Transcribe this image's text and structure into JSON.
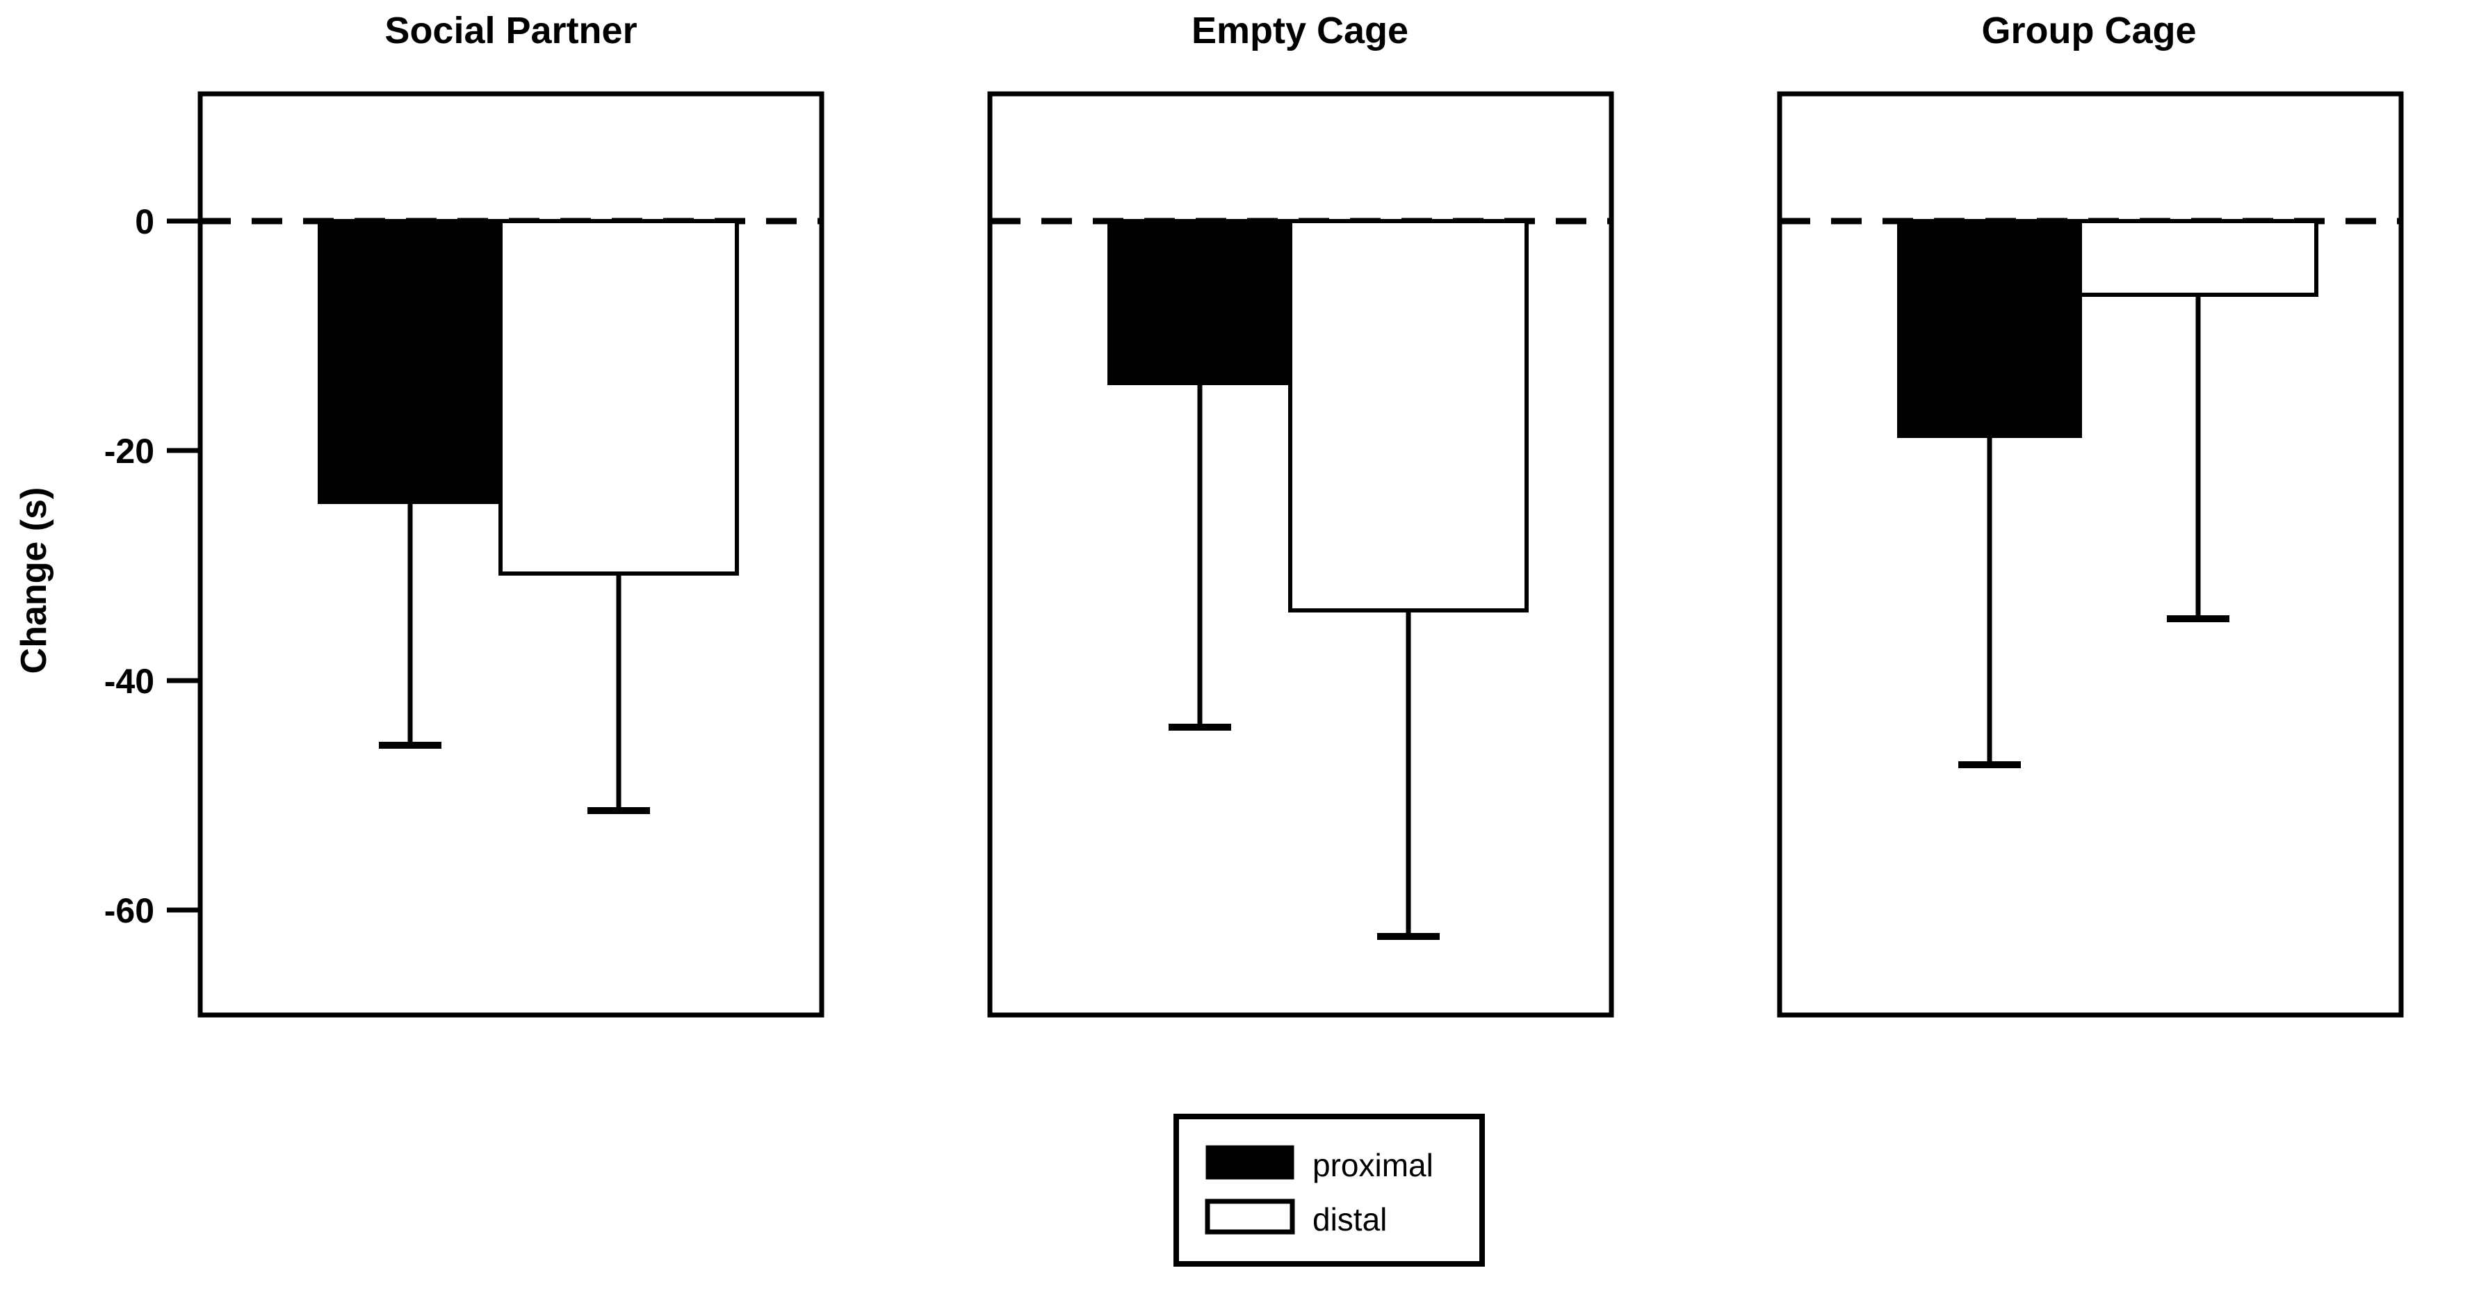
{
  "chart_data": {
    "type": "bar",
    "title": "",
    "xlabel": "",
    "ylabel": "Change (s)",
    "ylim": [
      -72,
      12
    ],
    "yticks": [
      0,
      -20,
      -40,
      -60
    ],
    "ytick_labels": [
      "0",
      "-20",
      "-40",
      "-60"
    ],
    "grid": false,
    "reference_line": 0,
    "reference_line_style": "dashed",
    "legend_position": "bottom-center",
    "panels": [
      "Social Partner",
      "Empty Cage",
      "Group Cage"
    ],
    "categories": [
      "Social Partner",
      "Empty Cage",
      "Group Cage"
    ],
    "series": [
      {
        "name": "proximal",
        "fill": "#000000",
        "values": [
          -24.5,
          -14.1,
          -18.7
        ],
        "error_lower": [
          -45.6,
          -44.1,
          -47.3
        ]
      },
      {
        "name": "distal",
        "fill": "#ffffff",
        "values": [
          -30.7,
          -33.9,
          -6.4
        ],
        "error_lower": [
          -51.3,
          -62.3,
          -34.6
        ]
      }
    ],
    "annotations": []
  },
  "axis": {
    "y_title": "Change (s)",
    "tick_labels": [
      "0",
      "-20",
      "-40",
      "-60"
    ]
  },
  "panels": [
    {
      "title": "Social Partner"
    },
    {
      "title": "Empty Cage"
    },
    {
      "title": "Group Cage"
    }
  ],
  "legend": {
    "items": [
      {
        "label": "proximal",
        "swatch": "filled-black"
      },
      {
        "label": "distal",
        "swatch": "open-white"
      }
    ]
  },
  "colors": {
    "foreground": "#000000",
    "background": "#ffffff",
    "proximal": "#000000",
    "distal": "#ffffff"
  }
}
